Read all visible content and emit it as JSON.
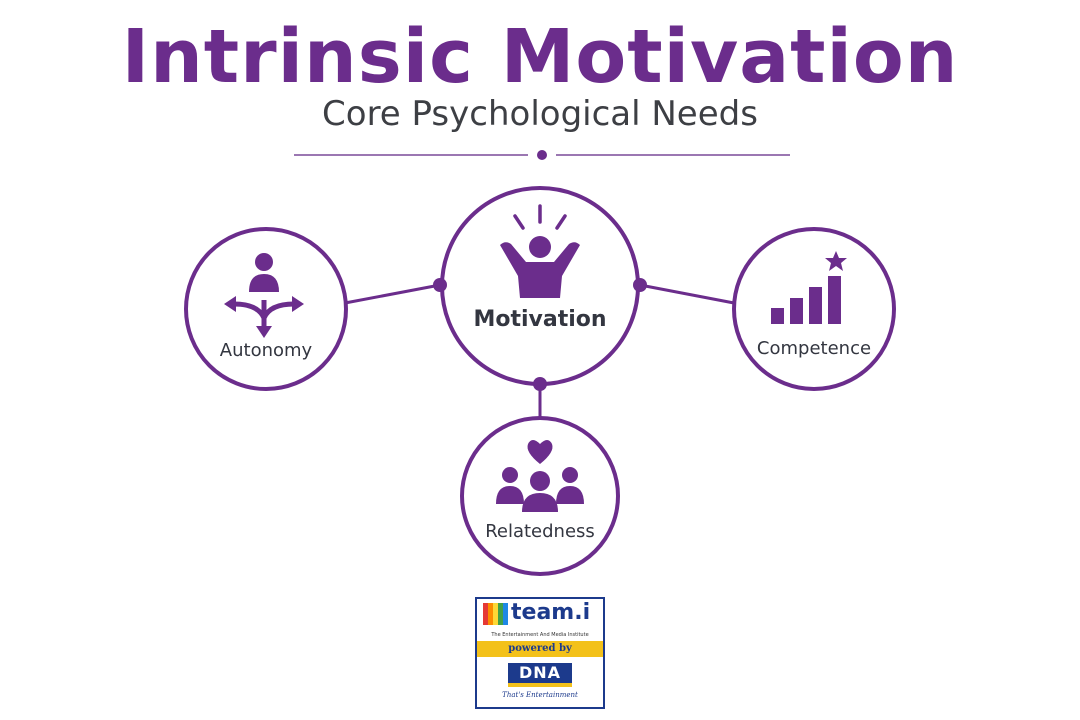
{
  "title": "Intrinsic Motivation",
  "subtitle": "Core Psychological Needs",
  "colors": {
    "accent": "#6b2d8c",
    "text": "#333640",
    "divider": "#7a4a98"
  },
  "nodes": {
    "center": {
      "label": "Motivation",
      "icon": "celebrating-person-icon"
    },
    "left": {
      "label": "Autonomy",
      "icon": "person-choice-arrows-icon"
    },
    "right": {
      "label": "Competence",
      "icon": "rising-bars-star-icon"
    },
    "bottom": {
      "label": "Relatedness",
      "icon": "group-heart-icon"
    }
  },
  "logo": {
    "name": "team.i",
    "tagline": "The Entertainment And Media Institute",
    "powered_by": "powered by",
    "brand": "DNA",
    "slogan": "That's Entertainment"
  }
}
